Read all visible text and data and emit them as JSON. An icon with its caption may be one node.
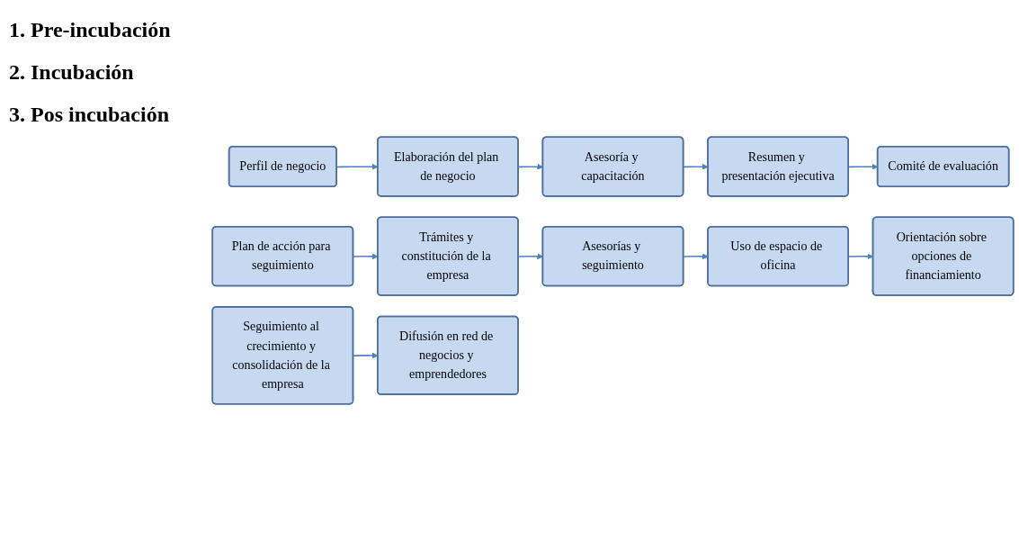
{
  "diagram": {
    "nodes": [
      {
        "text": [
          "Perfil de negocio"
        ]
      },
      {
        "text": [
          "Elaboración del plan de negocio"
        ]
      },
      {
        "text": [
          "Asesoría y capacitación"
        ]
      },
      {
        "text": [
          "Resumen y presentación ejecutiva"
        ]
      },
      {
        "text": [
          "Comité de evaluación"
        ]
      },
      {
        "text": [
          "Plan de acción para seguimiento"
        ]
      },
      {
        "text": [
          "Trámites y constitución de la empresa"
        ]
      },
      {
        "text": [
          "Asesorías y seguimiento"
        ]
      },
      {
        "text": [
          "Uso de espacio de oficina"
        ]
      },
      {
        "text": [
          "Orientación sobre opciones de financiamiento"
        ]
      },
      {
        "text": [
          "Seguimiento al crecimiento y consolidación de la empresa"
        ]
      },
      {
        "text": [
          "Difusión en red de negocios y emprendedores"
        ]
      }
    ],
    "edges": [
      {
        "from": 0,
        "to": 1,
        "arrow": "to"
      },
      {
        "from": 1,
        "to": 2,
        "arrow": "to"
      },
      {
        "from": 2,
        "to": 3,
        "arrow": "to"
      },
      {
        "from": 3,
        "to": 4,
        "arrow": "to"
      },
      {
        "from": 5,
        "to": 6,
        "arrow": "to"
      },
      {
        "from": 6,
        "to": 7,
        "arrow": "to"
      },
      {
        "from": 7,
        "to": 8,
        "arrow": "to"
      },
      {
        "from": 8,
        "to": 9,
        "arrow": "to"
      },
      {
        "from": 10,
        "to": 11,
        "arrow": "to"
      }
    ],
    "labels": [
      "1. Pre-incubación",
      "2. Incubación",
      "3. Pos incubación"
    ]
  }
}
